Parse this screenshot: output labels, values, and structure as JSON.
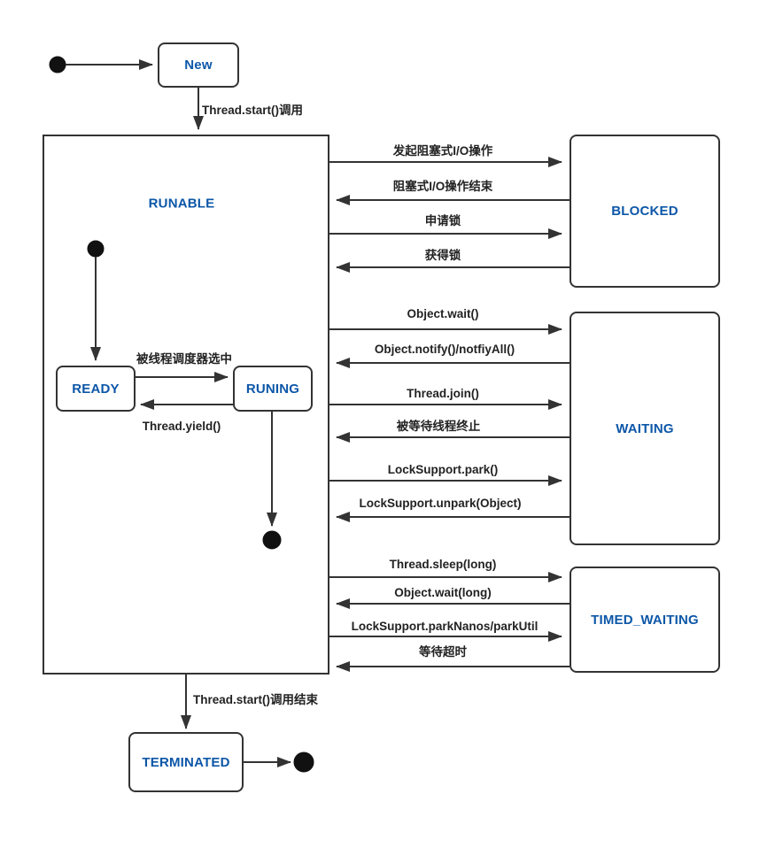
{
  "states": {
    "new": "New",
    "runable": "RUNABLE",
    "ready": "READY",
    "runing": "RUNING",
    "blocked": "BLOCKED",
    "waiting": "WAITING",
    "timed_waiting": "TIMED_WAITING",
    "terminated": "TERMINATED"
  },
  "transitions": {
    "thread_start": "Thread.start()调用",
    "scheduler_selected": "被线程调度器选中",
    "thread_yield": "Thread.yield()",
    "io_block_start": "发起阻塞式I/O操作",
    "io_block_end": "阻塞式I/O操作结束",
    "lock_request": "申请锁",
    "lock_acquired": "获得锁",
    "object_wait": "Object.wait()",
    "object_notify": "Object.notify()/notfiyAll()",
    "thread_join": "Thread.join()",
    "waited_thread_terminated": "被等待线程终止",
    "locksupport_park": "LockSupport.park()",
    "locksupport_unpark": "LockSupport.unpark(Object)",
    "thread_sleep": "Thread.sleep(long)",
    "object_wait_long": "Object.wait(long)",
    "locksupport_parknanos": "LockSupport.parkNanos/parkUtil",
    "wait_timeout": "等待超时",
    "thread_start_end": "Thread.start()调用结束"
  },
  "colors": {
    "state_text": "#0d57a8",
    "line": "#333333",
    "label_text": "#222222",
    "background": "#ffffff"
  }
}
